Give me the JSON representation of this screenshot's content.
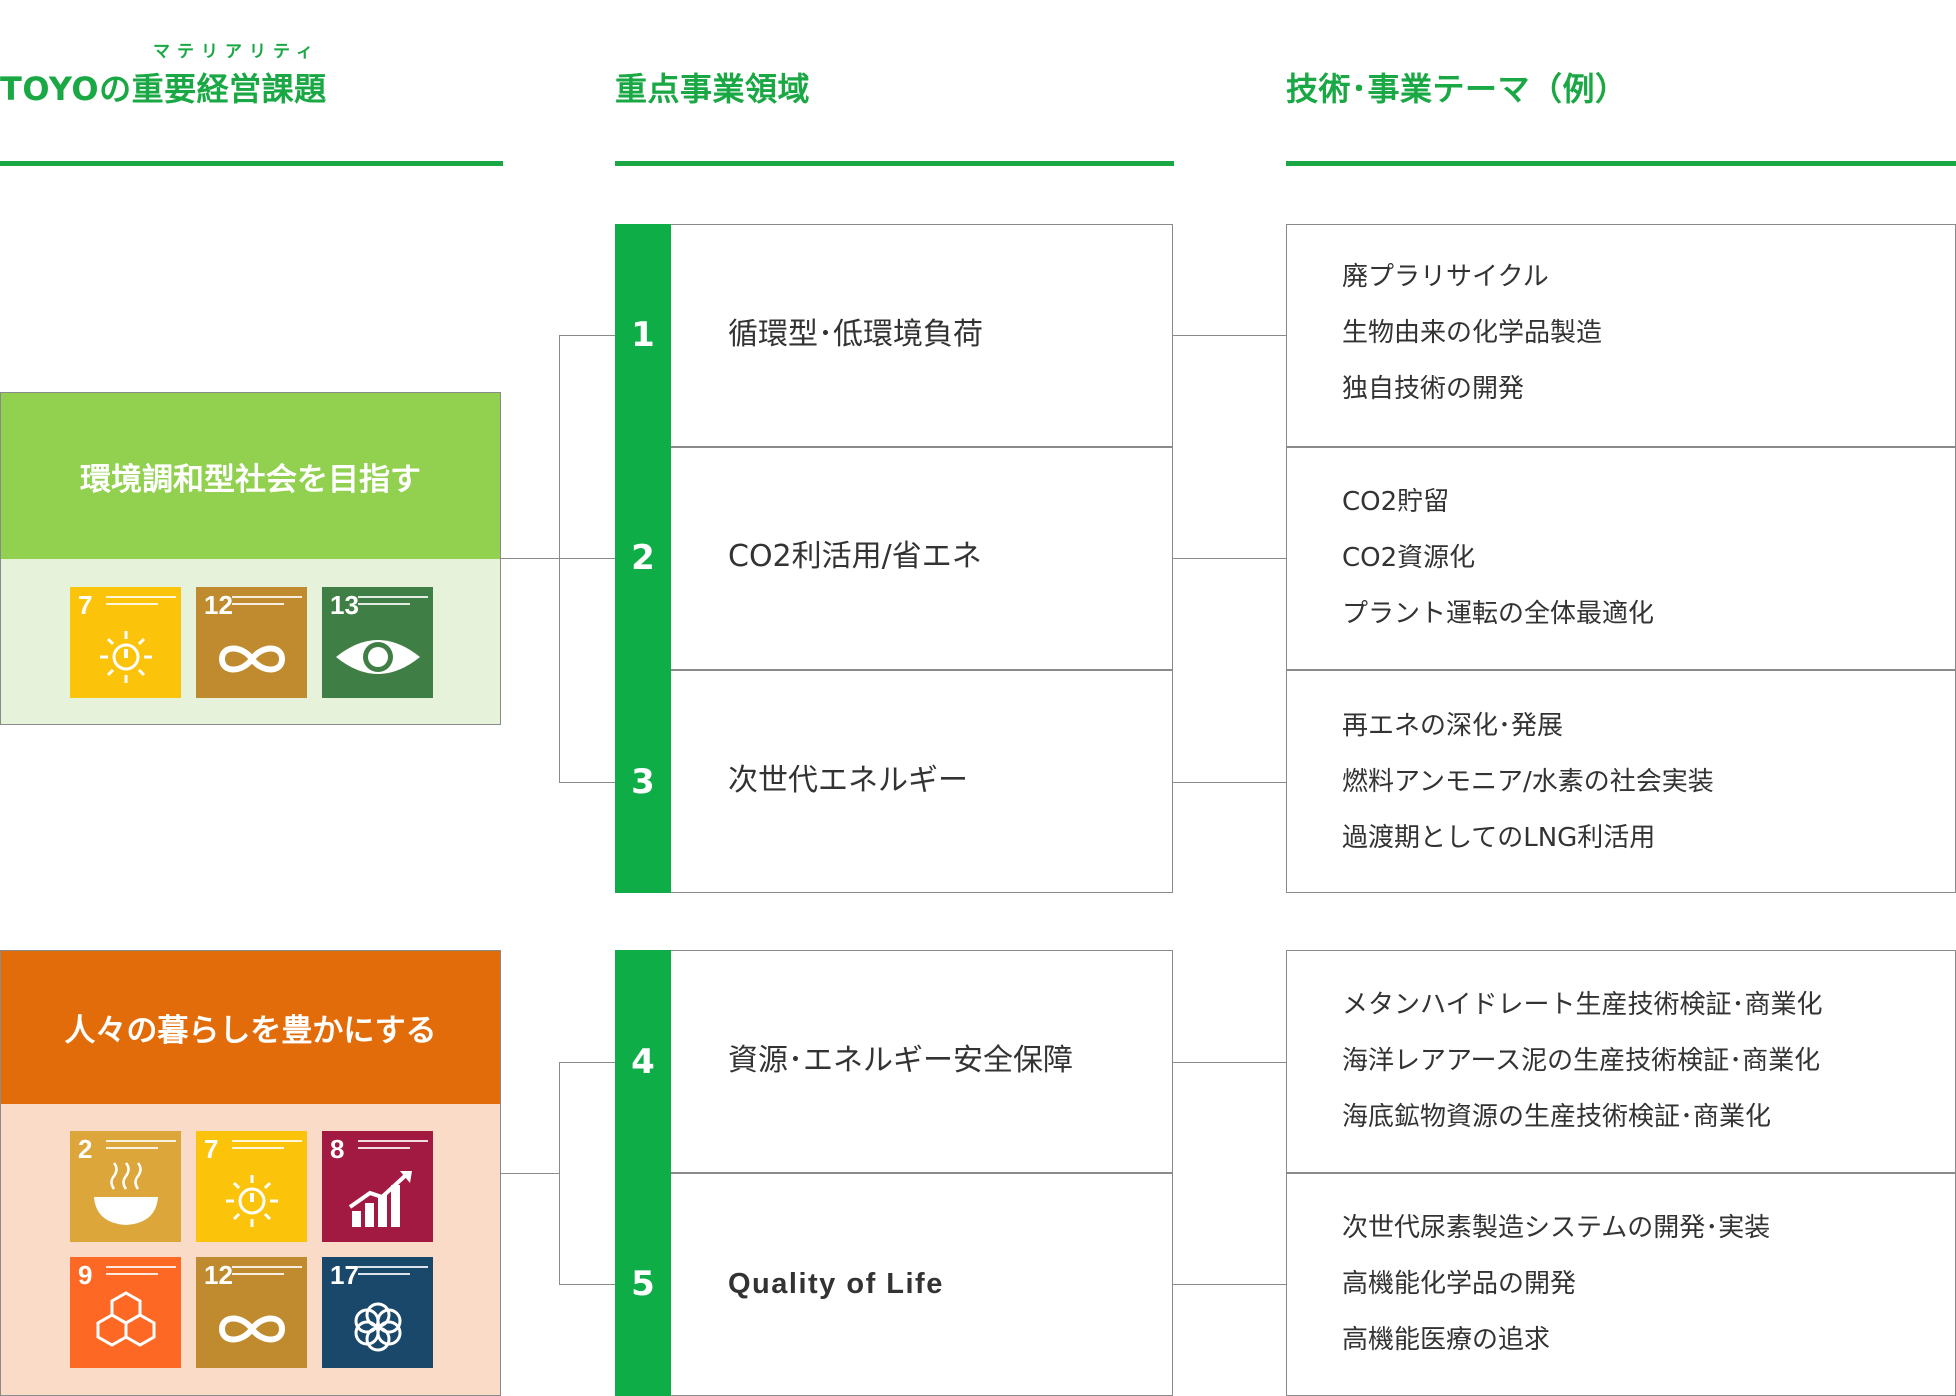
{
  "headers": {
    "col1_ruby": "マテリアリティ",
    "col1": "TOYOの重要経営課題",
    "col2": "重点事業領域",
    "col3": "技術･事業テーマ（例）"
  },
  "colors": {
    "accent_green": "#1aa845",
    "number_bar": "#0fad48",
    "group1_title_bg": "#92d050",
    "group1_body_bg": "#e6f2d9",
    "group2_title_bg": "#e36c0a",
    "group2_body_bg": "#fadbc7"
  },
  "groups": [
    {
      "title": "環境調和型社会を目指す",
      "sdgs": [
        {
          "number": "7",
          "icon": "sun-power-icon",
          "color": "#fcc30b"
        },
        {
          "number": "12",
          "icon": "infinity-loop-icon",
          "color": "#bf8b2e"
        },
        {
          "number": "13",
          "icon": "globe-eye-icon",
          "color": "#3f7e44"
        }
      ]
    },
    {
      "title": "人々の暮らしを豊かにする",
      "sdgs": [
        {
          "number": "2",
          "icon": "bowl-icon",
          "color": "#dda63a"
        },
        {
          "number": "7",
          "icon": "sun-power-icon",
          "color": "#fcc30b"
        },
        {
          "number": "8",
          "icon": "growth-chart-icon",
          "color": "#a21942"
        },
        {
          "number": "9",
          "icon": "cubes-icon",
          "color": "#fd6925"
        },
        {
          "number": "12",
          "icon": "infinity-loop-icon",
          "color": "#bf8b2e"
        },
        {
          "number": "17",
          "icon": "rings-flower-icon",
          "color": "#19486a"
        }
      ]
    }
  ],
  "areas": [
    {
      "number": "1",
      "label": "循環型･低環境負荷",
      "themes": [
        "廃プラリサイクル",
        "生物由来の化学品製造",
        "独自技術の開発"
      ]
    },
    {
      "number": "2",
      "label": "CO2利活用/省エネ",
      "themes": [
        "CO2貯留",
        "CO2資源化",
        "プラント運転の全体最適化"
      ]
    },
    {
      "number": "3",
      "label": "次世代エネルギー",
      "themes": [
        "再エネの深化･発展",
        "燃料アンモニア/水素の社会実装",
        "過渡期としてのLNG利活用"
      ]
    },
    {
      "number": "4",
      "label": "資源･エネルギー安全保障",
      "themes": [
        "メタンハイドレート生産技術検証･商業化",
        "海洋レアアース泥の生産技術検証･商業化",
        "海底鉱物資源の生産技術検証･商業化"
      ]
    },
    {
      "number": "5",
      "label": "Quality of Life",
      "themes": [
        "次世代尿素製造システムの開発･実装",
        "高機能化学品の開発",
        "高機能医療の追求"
      ]
    }
  ]
}
